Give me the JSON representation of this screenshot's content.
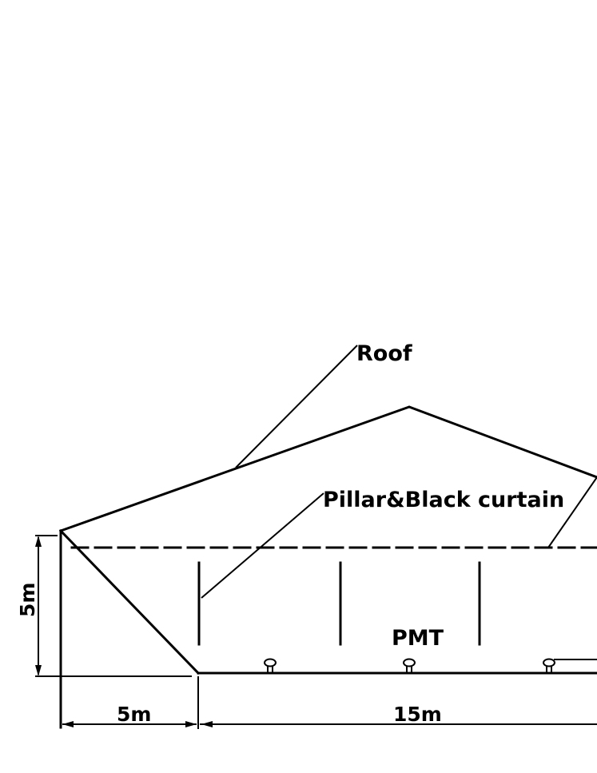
{
  "labels": {
    "roof": "Roof",
    "pillar_curtain": "Pillar&Black curtain",
    "pmt": "PMT"
  },
  "dimensions": {
    "height": "5m",
    "left_width": "5m",
    "main_width": "15m"
  },
  "colors": {
    "line": "#000000",
    "background": "#ffffff"
  }
}
